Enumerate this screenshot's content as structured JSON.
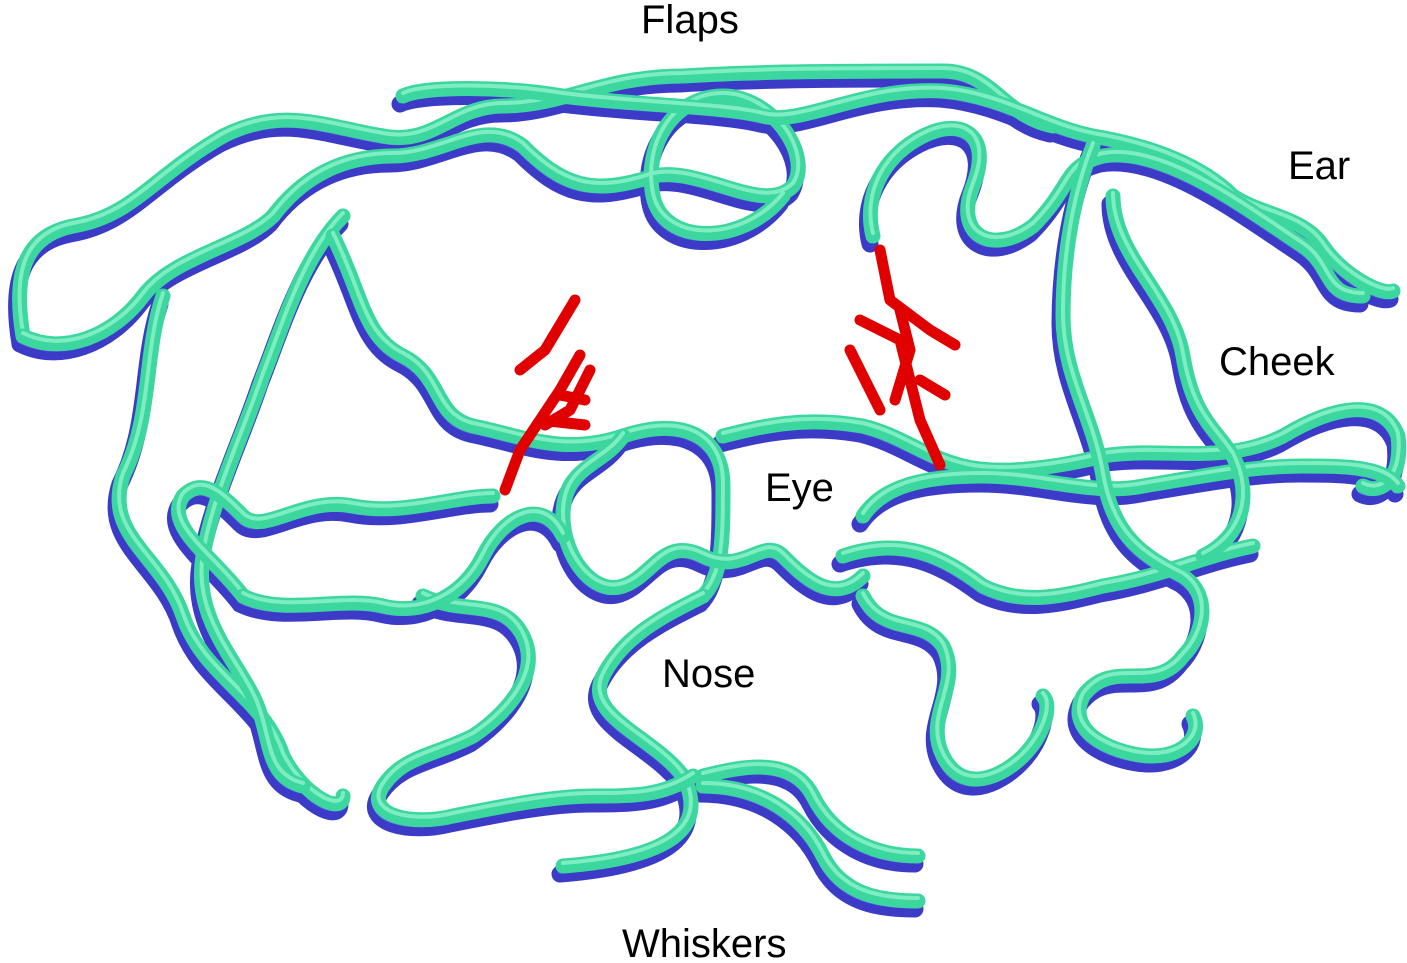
{
  "labels": {
    "flaps": "Flaps",
    "ear": "Ear",
    "cheek": "Cheek",
    "eye": "Eye",
    "nose": "Nose",
    "whiskers": "Whiskers"
  },
  "colors": {
    "structure_a": "#3b3bc8",
    "structure_b": "#3cd79e",
    "active_site": "#e00000"
  }
}
